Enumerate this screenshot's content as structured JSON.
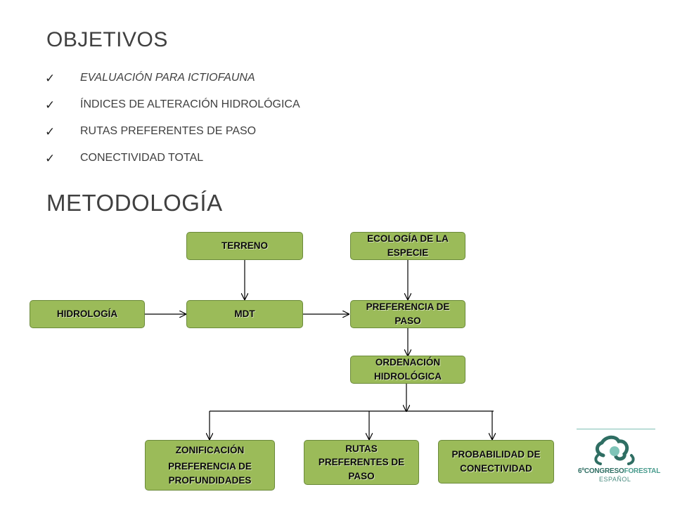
{
  "objetivos": {
    "title": "OBJETIVOS",
    "items": [
      {
        "label": "EVALUACIÓN PARA ICTIOFAUNA",
        "italic": true
      },
      {
        "label": "ÍNDICES DE ALTERACIÓN HIDROLÓGICA",
        "italic": false
      },
      {
        "label": "RUTAS PREFERENTES DE PASO",
        "italic": false
      },
      {
        "label": "CONECTIVIDAD TOTAL",
        "italic": false
      }
    ],
    "check_glyph": "✓"
  },
  "metodologia": {
    "title": "METODOLOGÍA"
  },
  "flow": {
    "terreno": "TERRENO",
    "ecologia": "ECOLOGÍA DE LA ESPECIE",
    "hidrologia": "HIDROLOGÍA",
    "mdt": "MDT",
    "preferencia": "PREFERENCIA DE PASO",
    "ordenacion": "ORDENACIÓN HIDROLÓGICA",
    "zonificacion_1": "ZONIFICACIÓN",
    "zonificacion_2": "PREFERENCIA DE PROFUNDIDADES",
    "rutas": "RUTAS PREFERENTES DE PASO",
    "probabilidad": "PROBABILIDAD DE CONECTIVIDAD",
    "node_color": "#9bbb59",
    "arrow_color": "#000000"
  },
  "logo": {
    "line1_prefix": "6ºCONGRESO",
    "line1_strong": "FORESTAL",
    "line2": "ESPAÑOL",
    "color": "#2f6e63"
  }
}
